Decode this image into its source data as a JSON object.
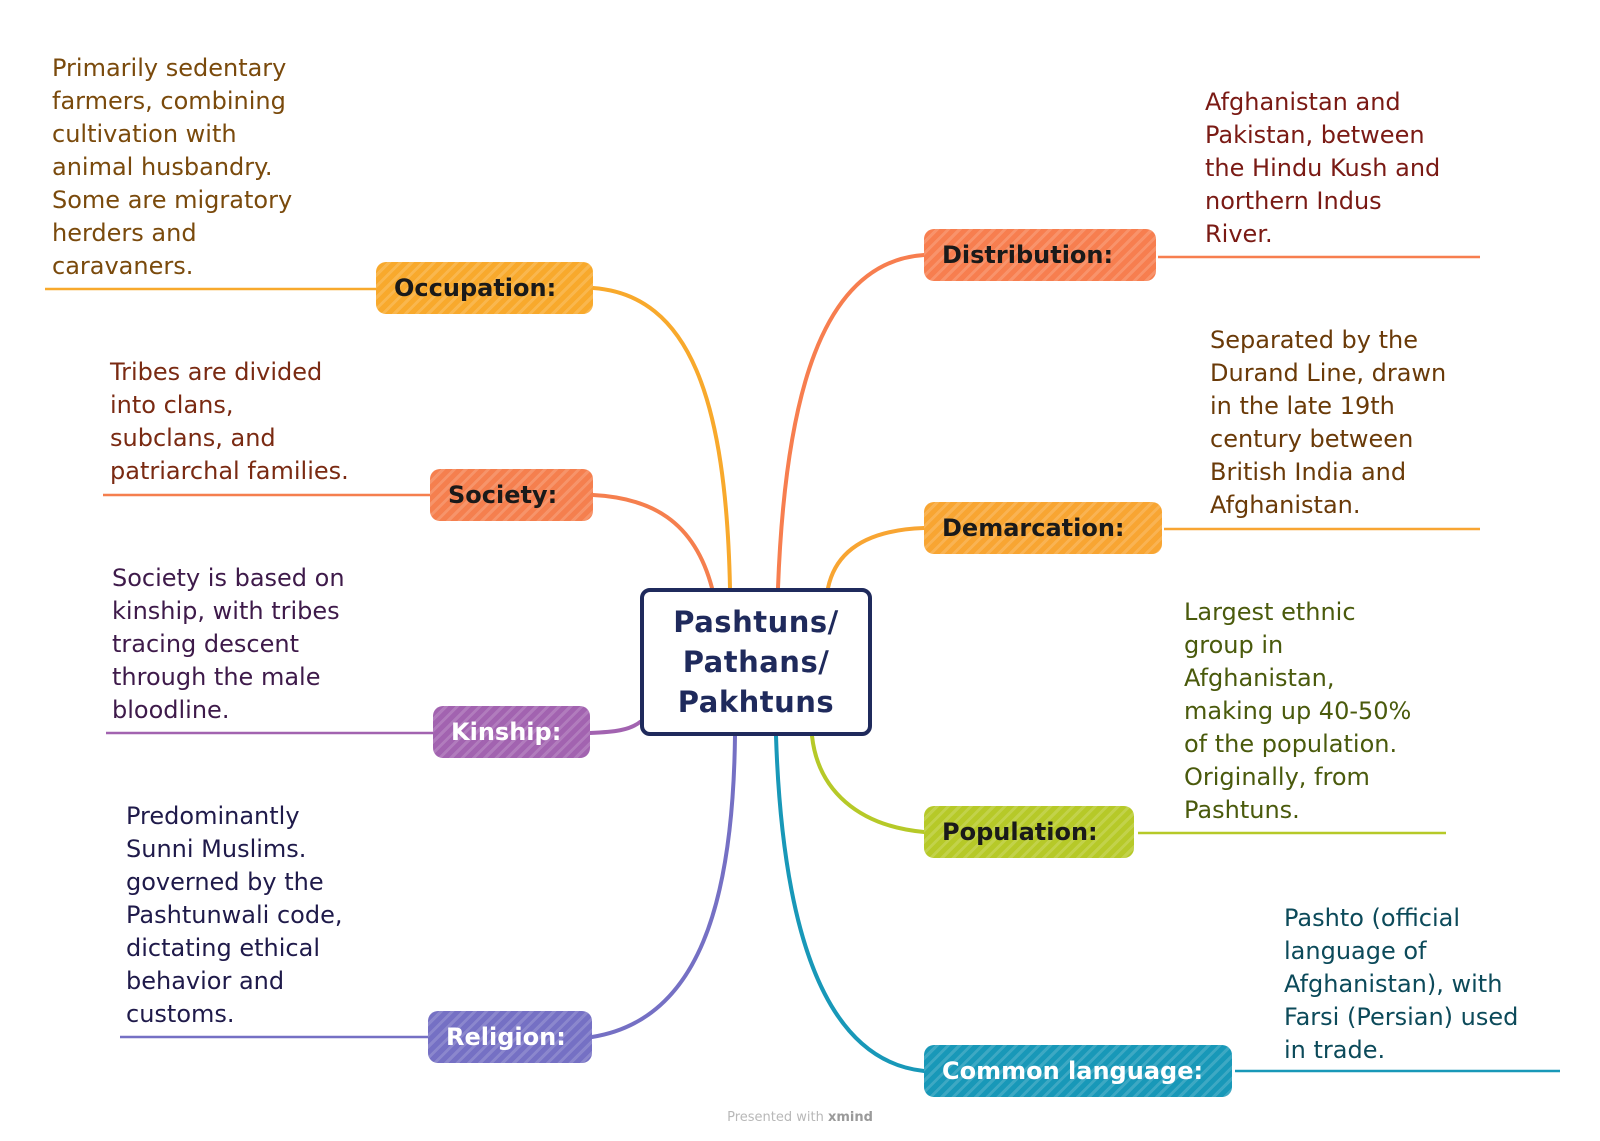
{
  "central_topic": {
    "lines": [
      "Pashtuns/",
      "Pathans/",
      "Pakhtuns"
    ]
  },
  "branches": {
    "occupation": {
      "label": "Occupation:",
      "color": "#f8a92c",
      "note_color": "#7a4a0c",
      "note": "Primarily sedentary\nfarmers, combining\ncultivation with\nanimal husbandry.\nSome are migratory\nherders and\ncaravaners."
    },
    "society": {
      "label": "Society:",
      "color": "#f57f4e",
      "note_color": "#7a2a12",
      "note": "Tribes are divided\ninto clans,\nsubclans, and\npatriarchal families."
    },
    "kinship": {
      "label": "Kinship:",
      "color": "#a263b0",
      "note_color": "#3e1a4a",
      "note": "Society is based on\nkinship, with tribes\ntracing descent\nthrough the male\nbloodline."
    },
    "religion": {
      "label": "Religion:",
      "color": "#7570c4",
      "note_color": "#1f1a4a",
      "note": "Predominantly\nSunni Muslims.\ngoverned by the\nPashtunwali code,\ndictating ethical\nbehavior and\ncustoms."
    },
    "distribution": {
      "label": "Distribution:",
      "color": "#f77e4f",
      "note_color": "#7a1a14",
      "note": "Afghanistan and\nPakistan, between\nthe Hindu Kush and\nnorthern Indus\nRiver."
    },
    "demarcation": {
      "label": "Demarcation:",
      "color": "#f8a532",
      "note_color": "#6a3a08",
      "note": "Separated by the\nDurand Line, drawn\nin the late 19th\ncentury between\nBritish India and\nAfghanistan."
    },
    "population": {
      "label": "Population:",
      "color": "#b6c928",
      "note_color": "#4a5a0c",
      "note": "Largest ethnic\ngroup in\nAfghanistan,\nmaking up 40-50%\nof the population.\nOriginally, from\nPashtuns."
    },
    "language": {
      "label": "Common language:",
      "color": "#1898b8",
      "note_color": "#0c4a5a",
      "note": "Pashto (official\nlanguage of\nAfghanistan), with\nFarsi (Persian) used\nin trade."
    }
  },
  "footer": {
    "prefix": "Presented with",
    "brand": "xmind"
  }
}
